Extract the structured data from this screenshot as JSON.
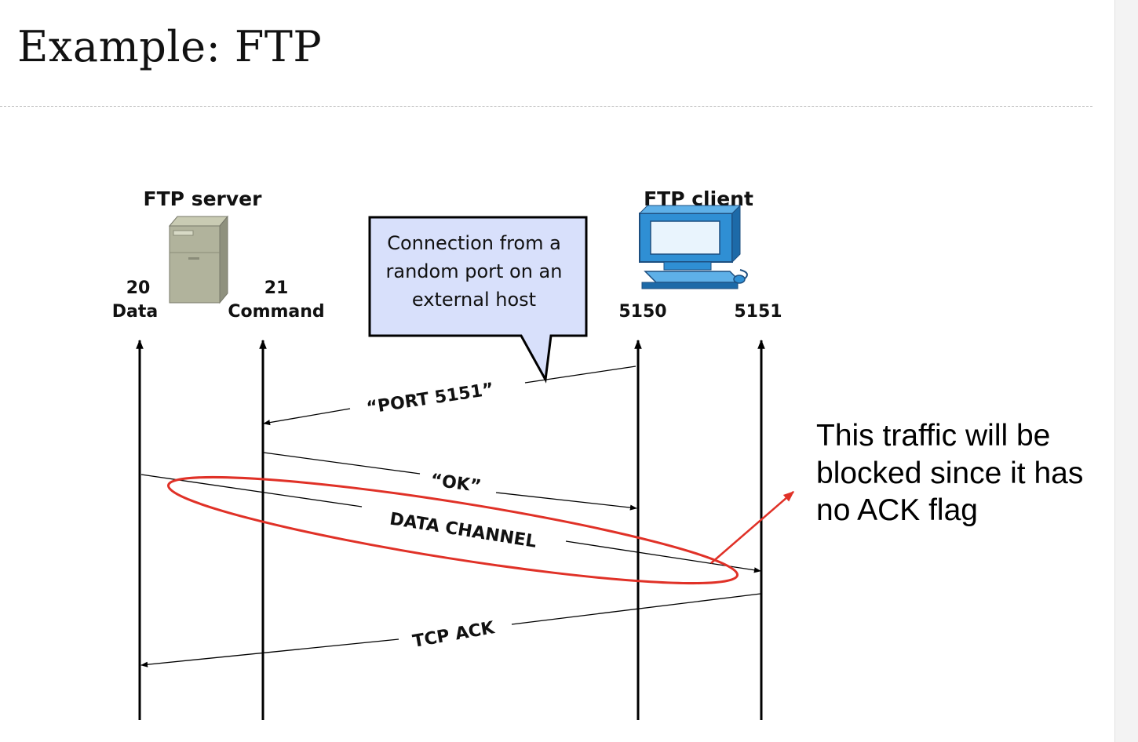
{
  "slide": {
    "title": "Example: FTP"
  },
  "server": {
    "label": "FTP server",
    "port_data_number": "20",
    "port_data_label": "Data",
    "port_command_number": "21",
    "port_command_label": "Command"
  },
  "client": {
    "label": "FTP client",
    "port_a": "5150",
    "port_b": "5151"
  },
  "callout": {
    "lines": [
      "Connection from a",
      "random port on an",
      "external host"
    ],
    "fill": "#d8e0fb"
  },
  "messages": {
    "port_cmd": "“PORT 5151”",
    "ok": "“OK”",
    "data_channel": "DATA CHANNEL",
    "tcp_ack": "TCP ACK"
  },
  "annotation": {
    "lines": [
      "This traffic will be",
      "blocked since it has",
      "no ACK flag"
    ],
    "highlight_color": "#e03127"
  },
  "icons": [
    "server-tower-icon",
    "computer-monitor-icon"
  ]
}
